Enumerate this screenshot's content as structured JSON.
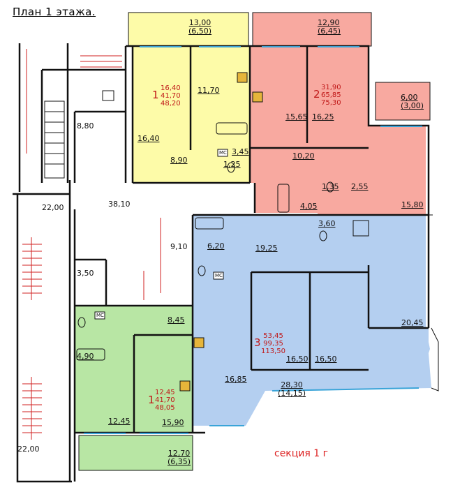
{
  "title": "План 1 этажа.",
  "section_label": "секция 1   г",
  "areas": {
    "balcony_yellow": "13,00",
    "balcony_yellow_sub": "(6,50)",
    "balcony_red_top": "12,90",
    "balcony_red_top_sub": "(6,45)",
    "balcony_red_right": "6,00",
    "balcony_red_right_sub": "(3,00)",
    "yellow_room1": "16,40",
    "yellow_room2": "11,70",
    "yellow_kitchen": "8,90",
    "yellow_bath": "3,45",
    "yellow_wc": "1,25",
    "red_room1": "15,65",
    "red_room2": "16,25",
    "red_hall": "10,20",
    "red_wc1": "1,35",
    "red_bath": "4,05",
    "red_wc2": "2,55",
    "red_room3": "15,80",
    "blue_wc": "3,60",
    "blue_hall": "19,25",
    "blue_bath": "6,20",
    "blue_room_right": "20,45",
    "blue_room1": "16,50",
    "blue_room2": "16,50",
    "blue_kitchen": "16,85",
    "blue_balcony": "28,30",
    "blue_balcony_sub": "(14,15)",
    "green_hall": "8,45",
    "green_bath": "4,90",
    "green_room1": "12,45",
    "green_room2": "15,90",
    "green_balcony": "12,70",
    "green_balcony_sub": "(6,35)",
    "corridor": "38,10",
    "stair_top": "22,00",
    "stair_bottom": "22,00",
    "room_880": "8,80",
    "room_910": "9,10",
    "room_350": "3,50"
  },
  "apartments": {
    "yellow": {
      "num": "1",
      "a": "16,40",
      "b": "41,70",
      "c": "48,20"
    },
    "red": {
      "num": "2",
      "a": "31,90",
      "b": "65,85",
      "c": "75,30"
    },
    "blue": {
      "num": "3",
      "a": "53,45",
      "b": "99,35",
      "c": "113,50"
    },
    "green": {
      "num": "1",
      "a": "12,45",
      "b": "41,70",
      "c": "48,05"
    }
  },
  "mc_label": "МС",
  "colors": {
    "yellow": "#fdfba8",
    "red": "#f8a9a0",
    "blue": "#b4cff0",
    "green": "#b8e6a4",
    "wall": "#111111",
    "accent_red": "#d22222"
  }
}
